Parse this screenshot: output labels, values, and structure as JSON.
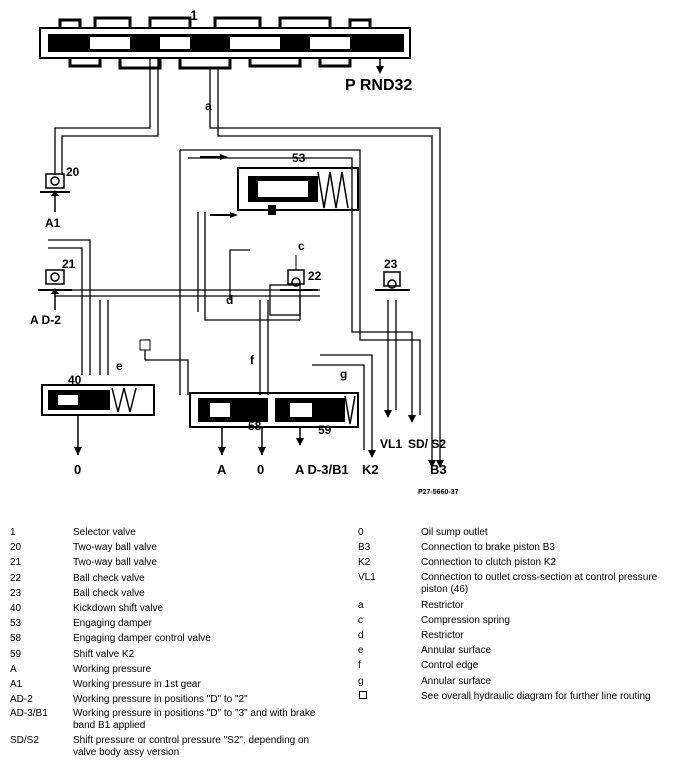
{
  "diagram": {
    "callouts": {
      "selector_valve": "1",
      "shift_positions": "P RND32",
      "restrictor_a": "a",
      "engaging_damper": "53",
      "two_way_ball_valve_20": "20",
      "working_pressure_a1": "A1",
      "compression_spring_c": "c",
      "two_way_ball_valve_21": "21",
      "ball_check_valve_22": "22",
      "ball_check_valve_23": "23",
      "restrictor_d": "d",
      "working_pressure_ad2": "A D-2",
      "annular_surface_e": "e",
      "control_edge_f": "f",
      "annular_surface_g": "g",
      "kickdown_valve_40": "40",
      "control_valve_58": "58",
      "shift_valve_59": "59",
      "outlet_0_left": "0",
      "outlet_a": "A",
      "outlet_0_mid": "0",
      "outlet_ad3b1": "A D-3/B1",
      "outlet_k2": "K2",
      "outlet_vl1": "VL1",
      "outlet_sds2": "SD/ S2",
      "outlet_b3": "B3",
      "figure_code": "P27-5660-37"
    }
  },
  "legend_left": [
    {
      "code": "1",
      "text": "Selector valve"
    },
    {
      "code": "20",
      "text": "Two-way ball valve"
    },
    {
      "code": "21",
      "text": "Two-way ball valve"
    },
    {
      "code": "22",
      "text": "Ball check valve"
    },
    {
      "code": "23",
      "text": "Ball check valve"
    },
    {
      "code": "40",
      "text": "Kickdown shift valve"
    },
    {
      "code": "53",
      "text": "Engaging damper"
    },
    {
      "code": "58",
      "text": "Engaging damper control valve"
    },
    {
      "code": "59",
      "text": "Shift valve K2"
    },
    {
      "code": "A",
      "text": "Working pressure"
    },
    {
      "code": "A1",
      "text": "Working pressure in 1st gear"
    },
    {
      "code": "AD-2",
      "text": "Working pressure in positions \"D\" to \"2\""
    },
    {
      "code": "AD-3/B1",
      "text": "Working pressure in positions \"D\" to \"3\" and with brake band B1 applied"
    },
    {
      "code": "SD/S2",
      "text": "Shift pressure or control pressure \"S2\", depending on valve body assy version"
    }
  ],
  "legend_right": [
    {
      "code": "0",
      "text": "Oil sump outlet"
    },
    {
      "code": "B3",
      "text": "Connection to brake piston B3"
    },
    {
      "code": "K2",
      "text": "Connection to clutch piston K2"
    },
    {
      "code": "VL1",
      "text": "Connection to outlet cross-section at control pressure piston (46)"
    },
    {
      "code": "a",
      "text": "Restrictor"
    },
    {
      "code": "c",
      "text": "Compression spring"
    },
    {
      "code": "d",
      "text": "Restrictor"
    },
    {
      "code": "e",
      "text": "Annular surface"
    },
    {
      "code": "f",
      "text": "Control edge"
    },
    {
      "code": "g",
      "text": "Annular surface"
    },
    {
      "code": "",
      "text": "See overall hydraulic diagram for further line routing",
      "symbol": "square-marker-icon"
    }
  ]
}
